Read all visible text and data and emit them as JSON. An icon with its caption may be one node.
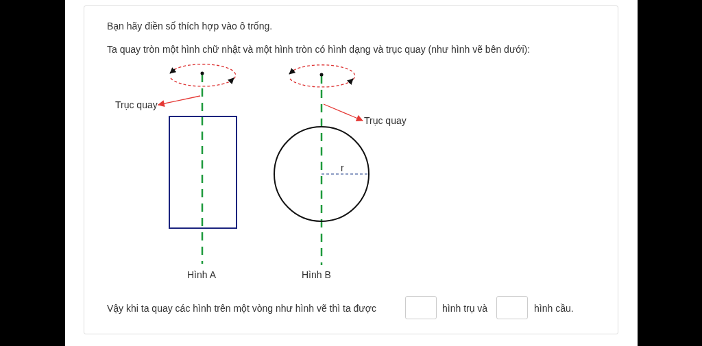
{
  "diagram": {
    "nodes": [
      {
        "text": [
          "Trục quay"
        ]
      },
      {
        "text": [],
        "shape": "line"
      },
      {
        "text": [],
        "shape": "line"
      },
      {
        "text": [
          "Trục quay"
        ]
      },
      {
        "text": [],
        "shape": "box"
      },
      {
        "text": [],
        "shape": "circle"
      }
    ],
    "edges": [
      {
        "from": 1,
        "to": 0,
        "arrow": "to"
      },
      {
        "from": 2,
        "to": 3,
        "arrow": "to"
      }
    ],
    "labels": [
      "Bạn hãy điền số thích hợp vào ô trống.",
      "Ta quay tròn một hình chữ nhật và một hình tròn có hình dạng và trục quay (như hình vẽ bên dưới):",
      "r",
      "Hình A",
      "Hình B",
      "Vậy khi ta quay các hình trên một vòng như hình vẽ thì ta được",
      "hình trụ và",
      "hình cầu."
    ]
  }
}
